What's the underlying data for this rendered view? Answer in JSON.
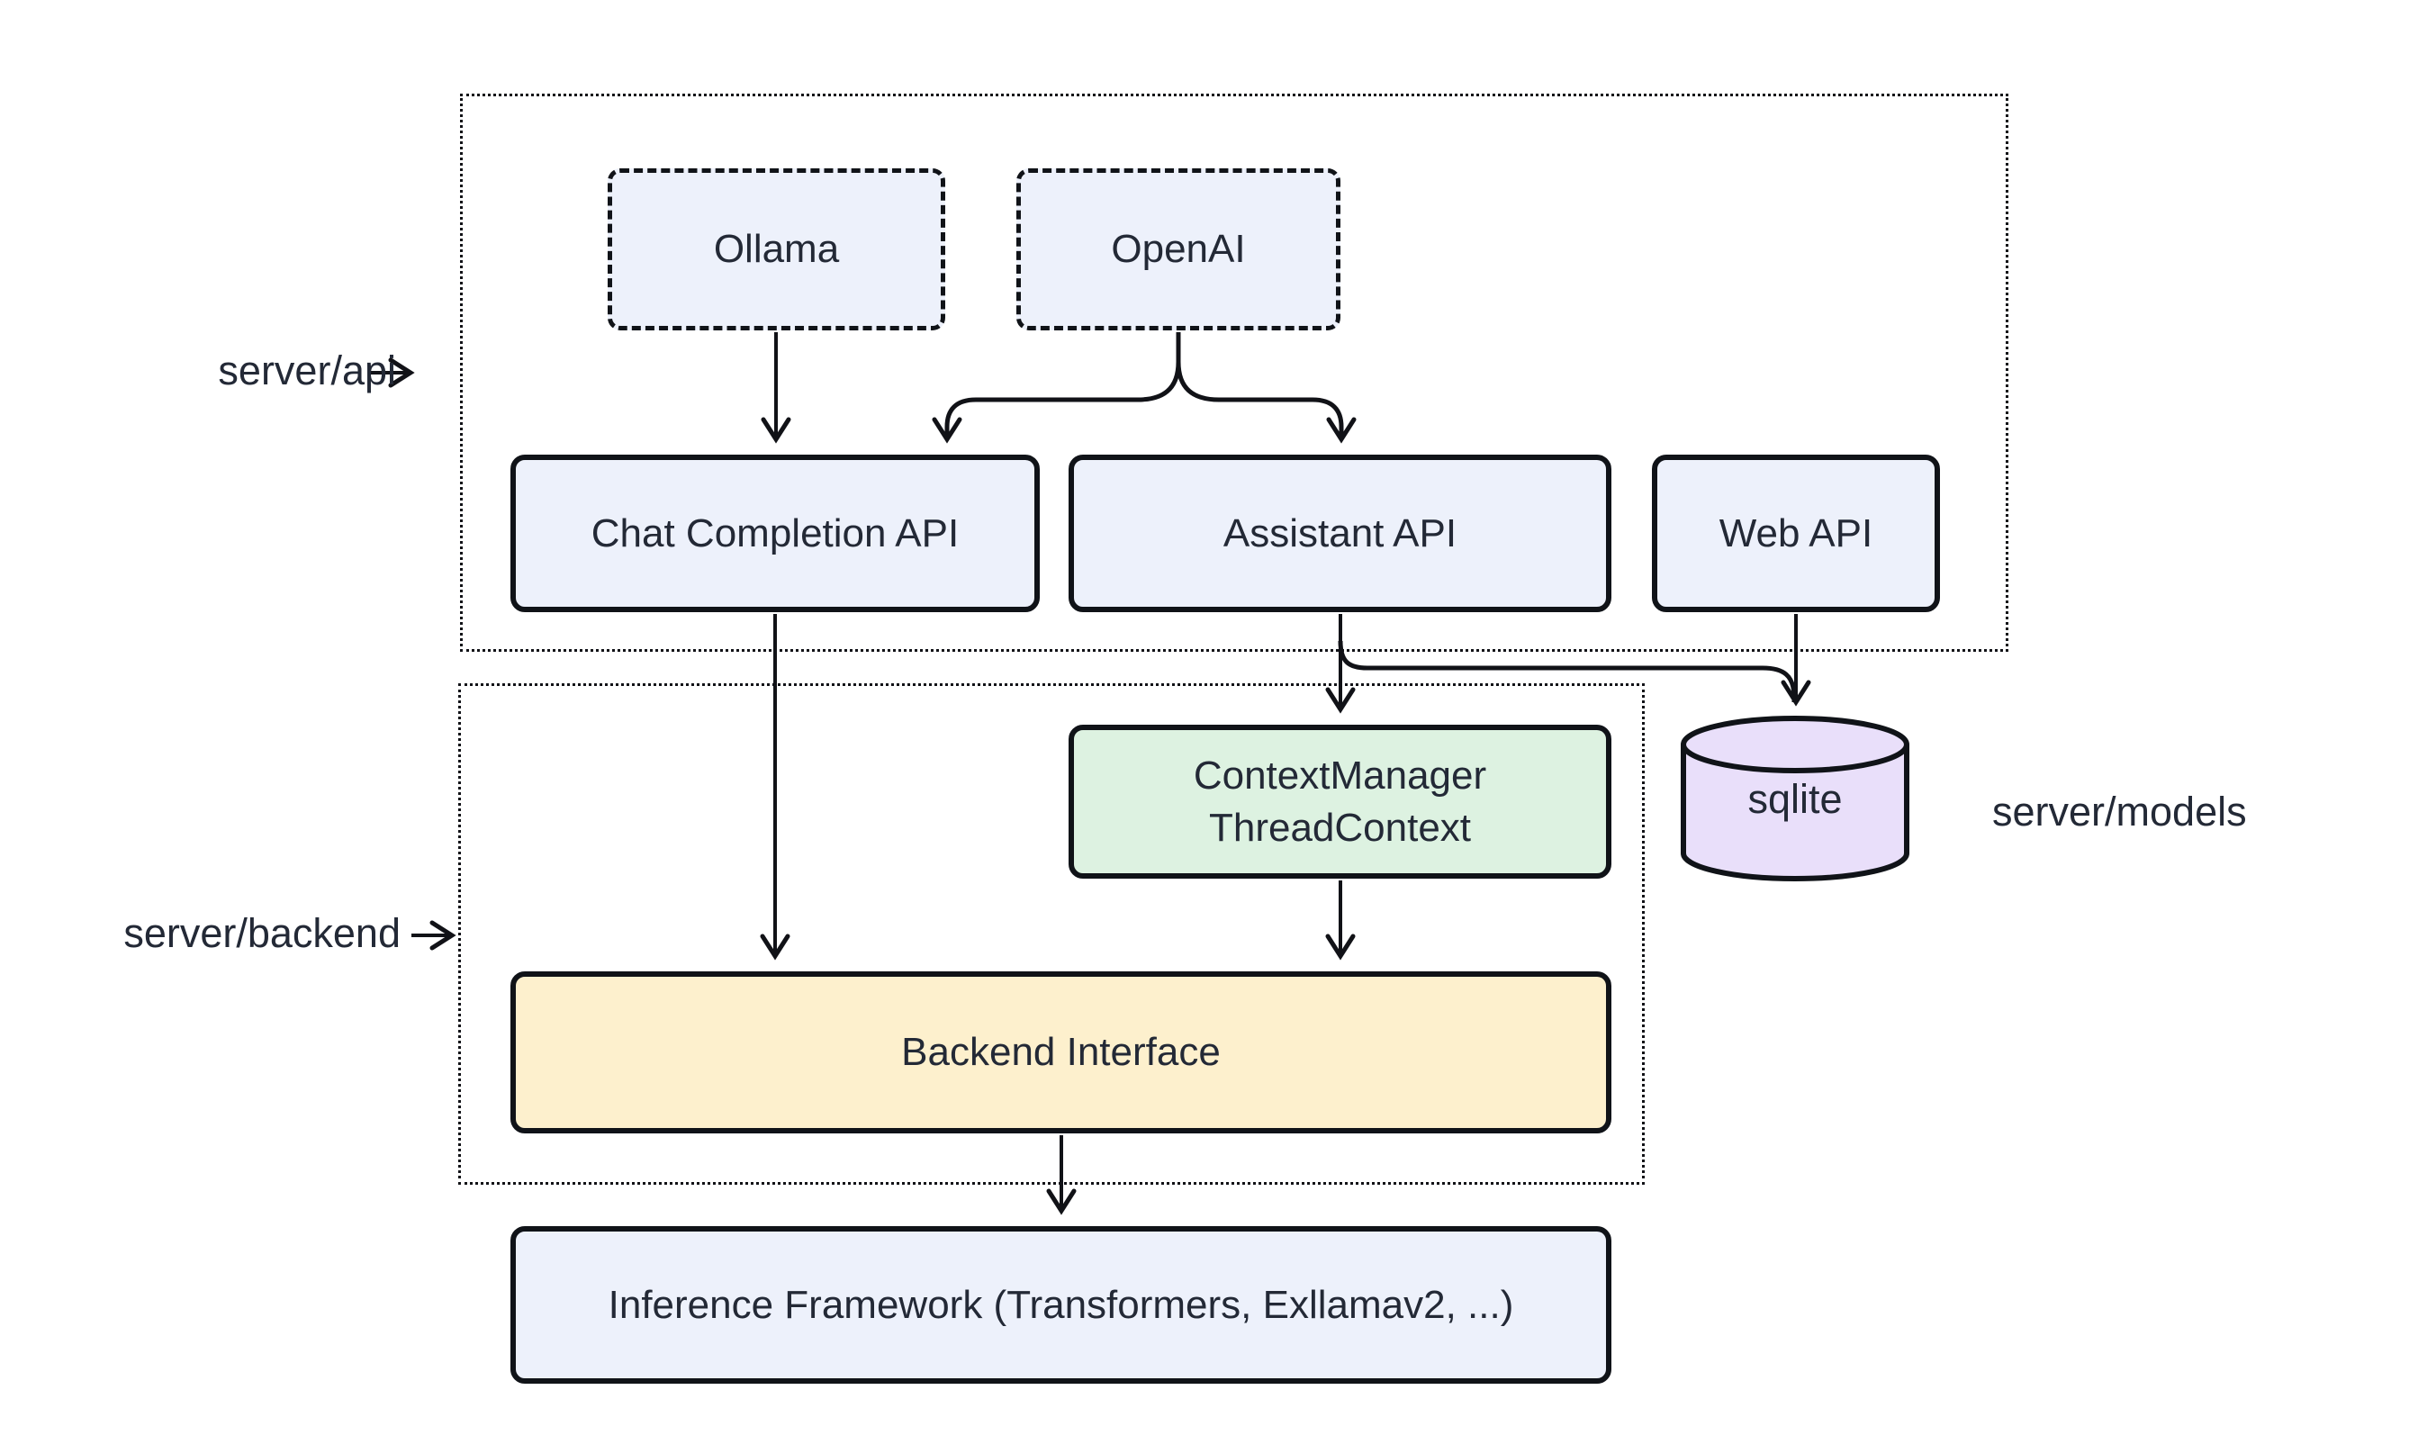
{
  "diagram": {
    "groups": {
      "server_api": {
        "label": "server/api"
      },
      "server_backend": {
        "label": "server/backend"
      }
    },
    "side_labels": {
      "server_models": {
        "label": "server/models"
      }
    },
    "nodes": {
      "ollama": {
        "label": "Ollama"
      },
      "openai": {
        "label": "OpenAI"
      },
      "chat": {
        "label": "Chat Completion API"
      },
      "assistant": {
        "label": "Assistant API"
      },
      "webapi": {
        "label": "Web API"
      },
      "context": {
        "label_line1": "ContextManager",
        "label_line2": "ThreadContext"
      },
      "sqlite": {
        "label": "sqlite"
      },
      "backend": {
        "label": "Backend Interface"
      },
      "inference": {
        "label": "Inference Framework (Transformers, Exllamav2, ...)"
      }
    },
    "edges": [
      {
        "from": "Ollama",
        "to": "Chat Completion API"
      },
      {
        "from": "OpenAI",
        "to": "Chat Completion API"
      },
      {
        "from": "OpenAI",
        "to": "Assistant API"
      },
      {
        "from": "Chat Completion API",
        "to": "Backend Interface"
      },
      {
        "from": "Assistant API",
        "to": "ContextManager ThreadContext"
      },
      {
        "from": "Assistant API",
        "to": "sqlite"
      },
      {
        "from": "Web API",
        "to": "sqlite"
      },
      {
        "from": "ContextManager ThreadContext",
        "to": "Backend Interface"
      },
      {
        "from": "Backend Interface",
        "to": "Inference Framework (Transformers, Exllamav2, ...)"
      }
    ],
    "colors": {
      "background": "#ffffff",
      "node_blue": "#edf1fb",
      "node_green": "#ddf2e1",
      "node_yellow": "#fdf0cd",
      "node_purple": "#e9dffa",
      "line": "#111217",
      "text": "#232936"
    }
  }
}
